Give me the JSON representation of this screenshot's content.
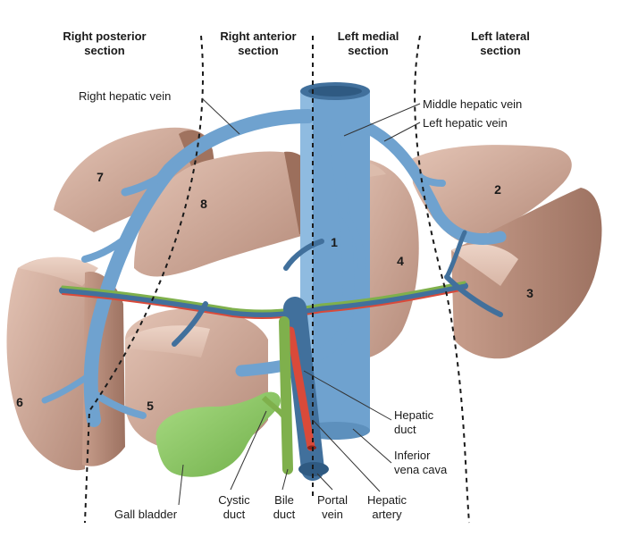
{
  "sections": [
    {
      "line1": "Right posterior",
      "line2": "section"
    },
    {
      "line1": "Right anterior",
      "line2": "section"
    },
    {
      "line1": "Left medial",
      "line2": "section"
    },
    {
      "line1": "Left lateral",
      "line2": "section"
    }
  ],
  "segments": [
    "1",
    "2",
    "3",
    "4",
    "5",
    "6",
    "7",
    "8"
  ],
  "labels": {
    "right_hepatic_vein": "Right hepatic vein",
    "middle_hepatic_vein": "Middle hepatic vein",
    "left_hepatic_vein": "Left hepatic vein",
    "hepatic_duct_1": "Hepatic",
    "hepatic_duct_2": "duct",
    "ivc_1": "Inferior",
    "ivc_2": "vena cava",
    "gall_bladder": "Gall bladder",
    "cystic_duct_1": "Cystic",
    "cystic_duct_2": "duct",
    "bile_duct_1": "Bile",
    "bile_duct_2": "duct",
    "portal_vein_1": "Portal",
    "portal_vein_2": "vein",
    "hepatic_artery_1": "Hepatic",
    "hepatic_artery_2": "artery"
  },
  "colors": {
    "liver_light": "#d9b4a4",
    "liver_dark": "#a97d6c",
    "vein_blue": "#6fa2cf",
    "vein_dark": "#41709c",
    "artery_red": "#d94a3a",
    "bile_green": "#7fb04c",
    "gallbladder": "#8cc865"
  }
}
